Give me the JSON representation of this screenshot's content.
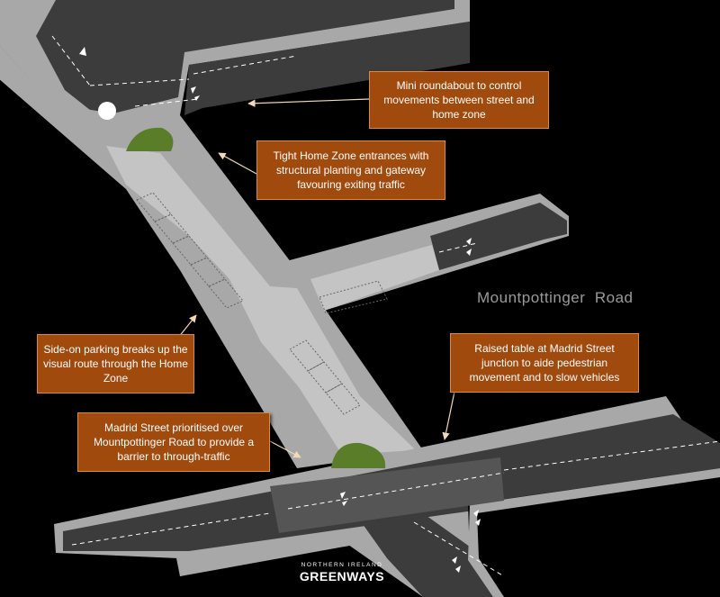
{
  "callouts": {
    "roundabout": "Mini roundabout to control movements between street and home zone",
    "entrances": "Tight Home Zone entrances with structural planting and gateway favouring exiting traffic",
    "parking": "Side-on parking breaks up the visual route through the Home Zone",
    "madrid_priority": "Madrid Street prioritised over Mountpottinger Road to provide a barrier to through-traffic",
    "raised_table": "Raised table at Madrid Street junction to aide pedestrian movement and to slow vehicles"
  },
  "road_label": "Mountpottinger  Road",
  "logo": {
    "top": "NORTHERN IRELAND",
    "main": "GREENWAYS"
  },
  "colors": {
    "background": "#000000",
    "pavement": "#a8a8a8",
    "carriageway": "#3c3c3c",
    "home_zone_surface": "#c4c4c4",
    "planting": "#5a7d2a",
    "callout": "#a04a0e",
    "callout_border": "#d98a4a"
  }
}
